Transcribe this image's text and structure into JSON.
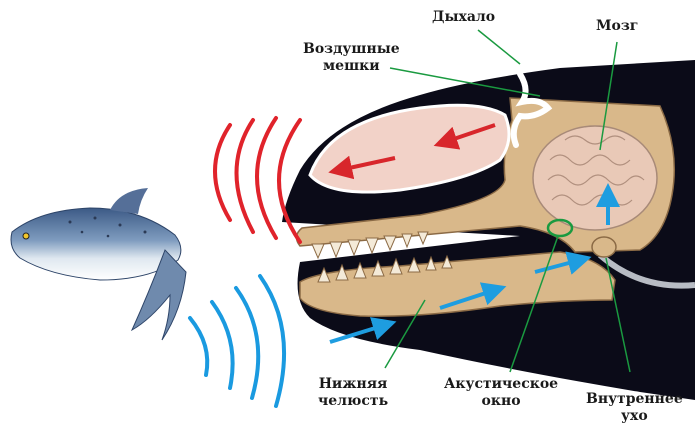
{
  "labels": {
    "blowhole": "Дыхало",
    "air_sacs": [
      "Воздушные",
      "мешки"
    ],
    "brain": "Мозг",
    "lower_jaw": [
      "Нижняя",
      "челюсть"
    ],
    "acoustic_window": [
      "Акустическое",
      "окно"
    ],
    "inner_ear": [
      "Внутреннее",
      "ухо"
    ]
  },
  "colors": {
    "emitted_wave": "#e0232b",
    "echo_wave": "#1a9ae0",
    "sound_path_arrow_red": "#d8262b",
    "sound_path_arrow_blue": "#1e9de0",
    "pointer_line": "#1a9a40",
    "head_silhouette": "#0b0b18",
    "bone": "#d9b88a",
    "air_sac": "#f2d2c8",
    "brain": "#e9c9b7"
  }
}
